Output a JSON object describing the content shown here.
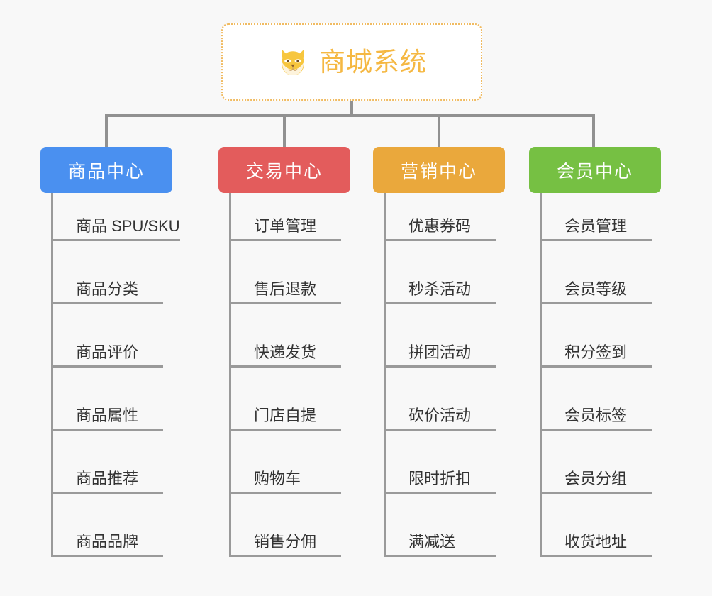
{
  "page": {
    "background_color": "#f8f8f8",
    "line_color": "#9a9a9a"
  },
  "root": {
    "title": "商城系统",
    "icon": "shiba-dog-icon",
    "text_color": "#f5b843",
    "border_color": "#f0bb62",
    "background_color": "#ffffff"
  },
  "branches": [
    {
      "label": "商品中心",
      "color": "#4a90f0",
      "items": [
        "商品 SPU/SKU",
        "商品分类",
        "商品评价",
        "商品属性",
        "商品推荐",
        "商品品牌"
      ]
    },
    {
      "label": "交易中心",
      "color": "#e35c5c",
      "items": [
        "订单管理",
        "售后退款",
        "快递发货",
        "门店自提",
        "购物车",
        "销售分佣"
      ]
    },
    {
      "label": "营销中心",
      "color": "#eaa83c",
      "items": [
        "优惠券码",
        "秒杀活动",
        "拼团活动",
        "砍价活动",
        "限时折扣",
        "满减送"
      ]
    },
    {
      "label": "会员中心",
      "color": "#76c043",
      "items": [
        "会员管理",
        "会员等级",
        "积分签到",
        "会员标签",
        "会员分组",
        "收货地址"
      ]
    }
  ]
}
